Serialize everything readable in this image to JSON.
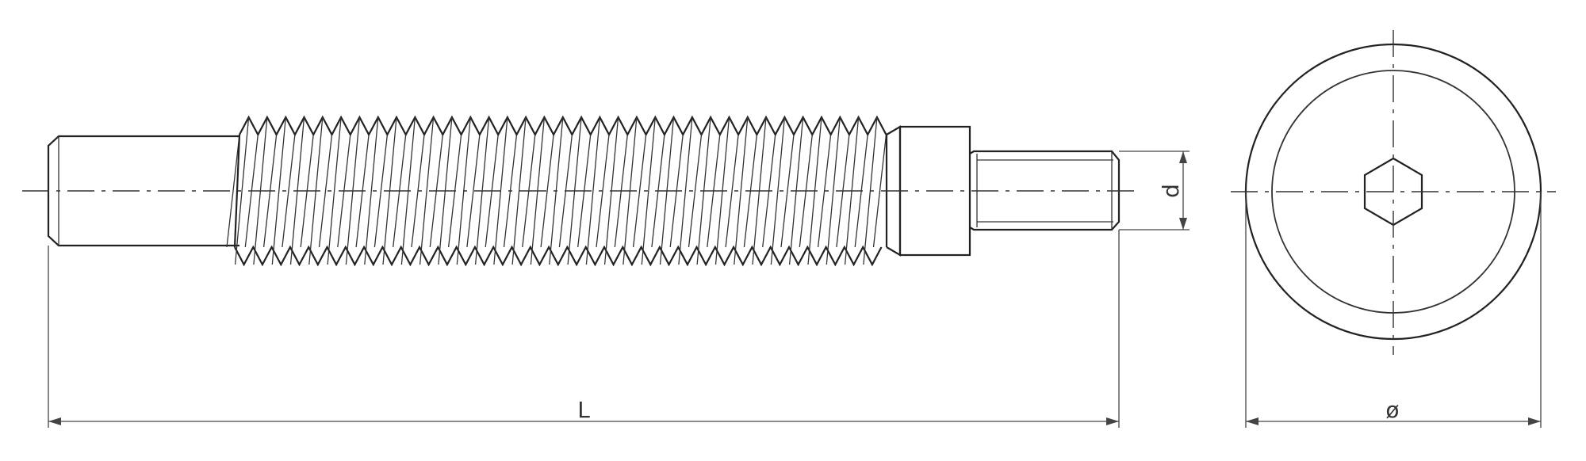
{
  "dimensions": {
    "length_label": "L",
    "thread_diameter_label": "d",
    "outer_diameter_label": "ø"
  },
  "icons": {
    "drive": "hex-socket-icon"
  }
}
